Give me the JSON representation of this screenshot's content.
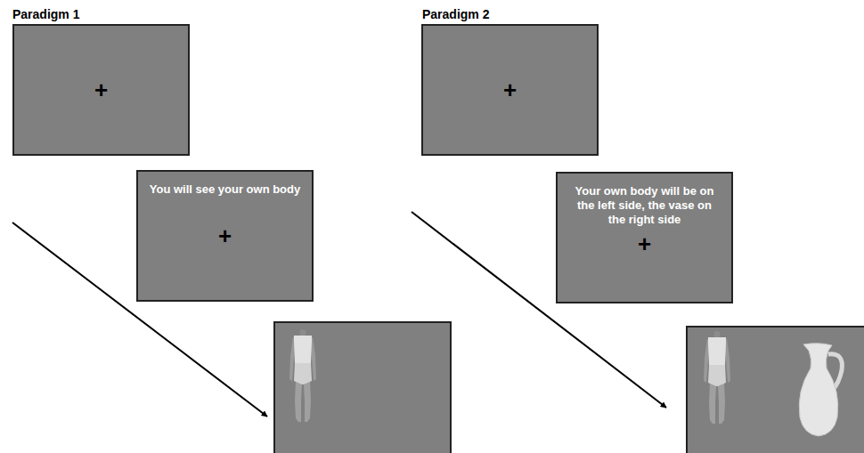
{
  "diagram": {
    "nodes": [
      {
        "text": [
          "+"
        ]
      },
      {
        "text": [
          "You will see your own body",
          "+"
        ]
      },
      {
        "text": [
          "+"
        ]
      },
      {
        "text": [
          "Your own body will be on the left side, the vase on the right side",
          "+"
        ]
      }
    ],
    "labels": [
      "Paradigm 1",
      "Paradigm 2"
    ]
  }
}
